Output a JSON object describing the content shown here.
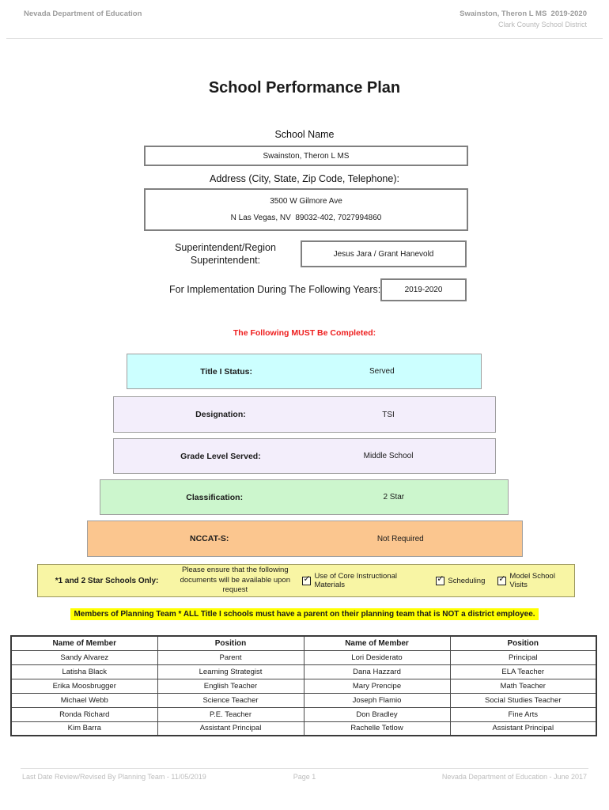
{
  "header": {
    "left": "Nevada Department of Education",
    "right_line1": "Swainston, Theron L MS  2019-2020",
    "right_line2": "Clark County School District"
  },
  "title": "School Performance Plan",
  "form": {
    "school_name_label": "School Name",
    "school_name_value": "Swainston, Theron L MS",
    "address_label": "Address (City, State, Zip Code, Telephone):",
    "address_line1": "3500 W Gilmore Ave",
    "address_line2": "N Las Vegas, NV  89032-402, 7027994860",
    "superintendent_label_line1": "Superintendent/Region",
    "superintendent_label_line2": "Superintendent:",
    "superintendent_value": "Jesus Jara / Grant Hanevold",
    "implementation_label": "For Implementation During The Following Years:",
    "implementation_value": "2019-2020"
  },
  "must_complete_notice": "The Following MUST Be Completed:",
  "accent_colors": {
    "must_complete_text": "#ee1c1c",
    "planning_note_highlight": "#ffff00",
    "star_band_bg": "#f8f5a4"
  },
  "status_bars": [
    {
      "label": "Title I Status:",
      "value": "Served",
      "color": "#ccffff"
    },
    {
      "label": "Designation:",
      "value": "TSI",
      "color": "#f3eefb"
    },
    {
      "label": "Grade Level Served:",
      "value": "Middle School",
      "color": "#f3eefb"
    },
    {
      "label": "Classification:",
      "value": "2 Star",
      "color": "#ccf6cd"
    },
    {
      "label": "NCCAT-S:",
      "value": "Not Required",
      "color": "#fbc68f"
    }
  ],
  "star_schools": {
    "label": "*1 and 2 Star Schools Only:",
    "note": "Please ensure that the following documents will be available upon request",
    "checkboxes": [
      {
        "label": "Use of Core Instructional Materials",
        "checked": true
      },
      {
        "label": "Scheduling",
        "checked": true
      },
      {
        "label": "Model School Visits",
        "checked": true
      }
    ]
  },
  "planning_note": "Members of Planning Team * ALL Title I schools must have a parent on their planning team that is NOT a district employee.",
  "members_table": {
    "headers": [
      "Name of Member",
      "Position",
      "Name of Member",
      "Position"
    ],
    "rows": [
      [
        "Sandy Alvarez",
        "Parent",
        "Lori Desiderato",
        "Principal"
      ],
      [
        "Latisha Black",
        "Learning Strategist",
        "Dana Hazzard",
        "ELA Teacher"
      ],
      [
        "Erika Moosbrugger",
        "English Teacher",
        "Mary Prencipe",
        "Math Teacher"
      ],
      [
        "Michael Webb",
        "Science Teacher",
        "Joseph Flamio",
        "Social Studies Teacher"
      ],
      [
        "Ronda Richard",
        "P.E. Teacher",
        "Don Bradley",
        "Fine Arts"
      ],
      [
        "Kim Barra",
        "Assistant Principal",
        "Rachelle Tetlow",
        "Assistant Principal"
      ]
    ]
  },
  "footer": {
    "left": "Last Date Review/Revised By Planning Team - 11/05/2019",
    "center": "Page 1",
    "right": "Nevada Department of Education - June 2017"
  }
}
